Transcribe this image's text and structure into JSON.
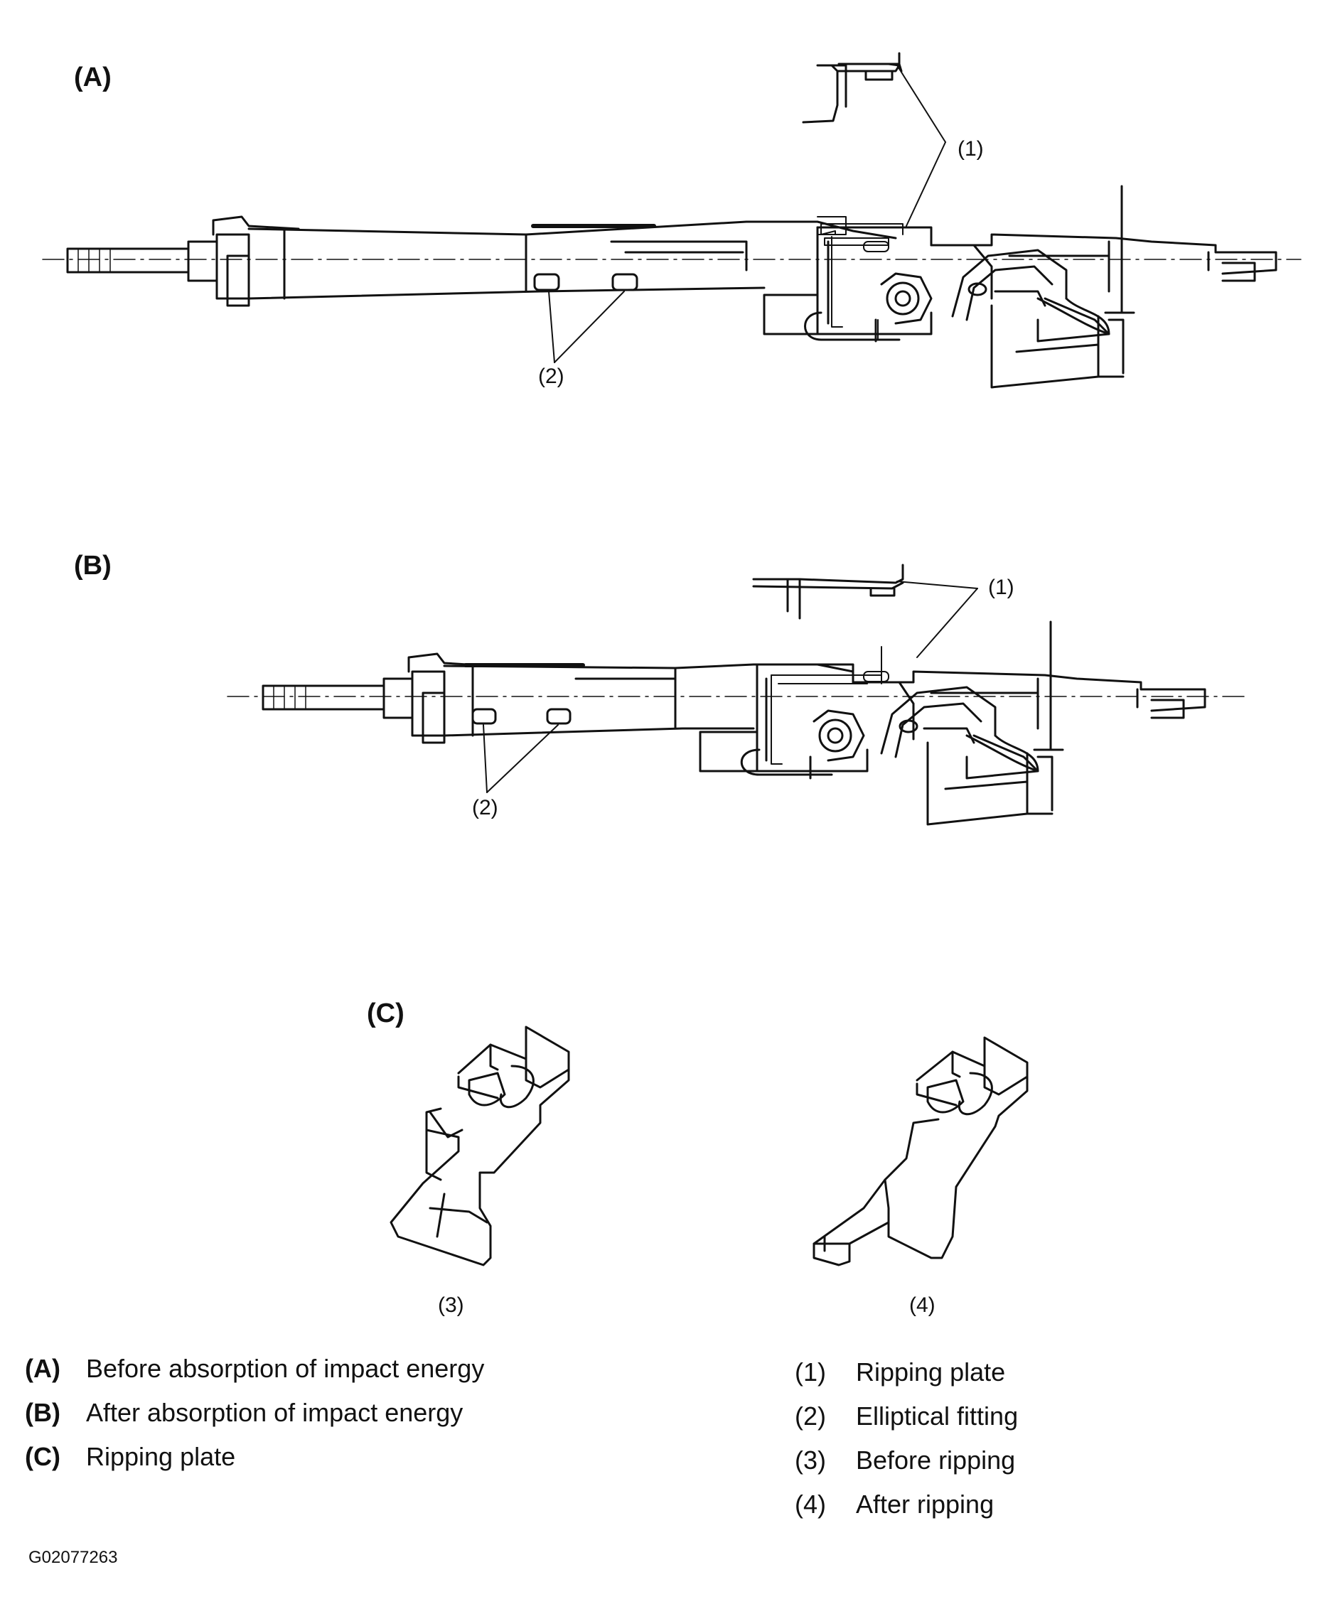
{
  "panels": {
    "a": {
      "label": "(A)",
      "callout_1": "(1)",
      "callout_2": "(2)"
    },
    "b": {
      "label": "(B)",
      "callout_1": "(1)",
      "callout_2": "(2)"
    },
    "c": {
      "label": "(C)",
      "callout_3": "(3)",
      "callout_4": "(4)"
    }
  },
  "legend_left": [
    {
      "key": "(A)",
      "text": "Before absorption of impact energy"
    },
    {
      "key": "(B)",
      "text": "After absorption of impact energy"
    },
    {
      "key": "(C)",
      "text": "Ripping plate"
    }
  ],
  "legend_right": [
    {
      "key": "(1)",
      "text": "Ripping plate"
    },
    {
      "key": "(2)",
      "text": "Elliptical fitting"
    },
    {
      "key": "(3)",
      "text": "Before ripping"
    },
    {
      "key": "(4)",
      "text": "After ripping"
    }
  ],
  "figure_id": "G02077263",
  "colors": {
    "ink": "#111111",
    "background": "#ffffff"
  }
}
